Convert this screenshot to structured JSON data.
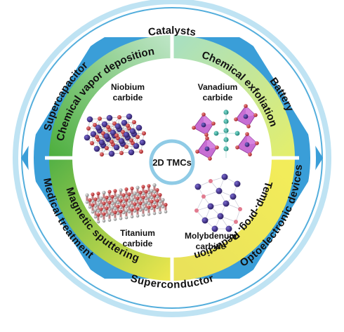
{
  "center": {
    "label": "2D TMCs"
  },
  "applications": {
    "top": "Catalysts",
    "upper_right": "Battery",
    "lower_right": "Optoelectronic devices",
    "bottom": "Superconductor",
    "lower_left": "Medical treatment",
    "upper_left": "Supercapacitor"
  },
  "methods": {
    "upper_left": "Chemical vapor deposition",
    "upper_right": "Chemical exfoliation",
    "lower_right": "Temp.-prog. Reduction",
    "lower_left": "Magnetic sputtering"
  },
  "materials": {
    "niobium": {
      "line1": "Niobium",
      "line2": "carbide"
    },
    "vanadium": {
      "line1": "Vanadium",
      "line2": "carbide"
    },
    "titanium": {
      "line1": "Titanium",
      "line2": "carbide"
    },
    "molybdenum": {
      "line1": "Molybdenum",
      "line2": "carbide"
    }
  },
  "colors": {
    "hexagon": "#3a9ed8",
    "outer_ring": "#bfe3f3",
    "cvd_gradient_start": "#4cae3c",
    "cvd_gradient_end": "#bfe6c8",
    "exfoliation_gradient_start": "#a6dfc4",
    "exfoliation_gradient_end": "#e5ef6a",
    "tpr_gradient_start": "#f3ed5a",
    "tpr_gradient_end": "#e9e15a",
    "sputter_gradient_start": "#52b046",
    "sputter_gradient_end": "#f0e84e",
    "atom_purple": "#3a2a8c",
    "atom_red": "#c8282d",
    "atom_teal": "#2aa89a",
    "octahedron": "#c25fcf"
  }
}
